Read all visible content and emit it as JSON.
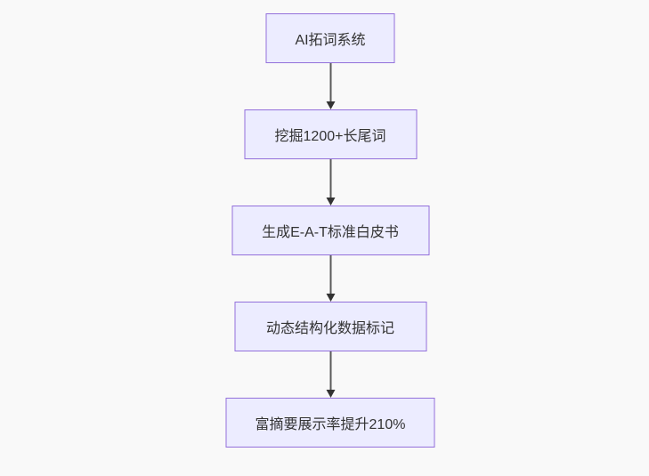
{
  "page": {
    "background_color": "#f9f9f9"
  },
  "chart_data": {
    "type": "flowchart",
    "direction": "top-down",
    "nodes": [
      {
        "id": "A",
        "label": "AI拓词系统"
      },
      {
        "id": "B",
        "label": "挖掘1200+长尾词"
      },
      {
        "id": "C",
        "label": "生成E-A-T标准白皮书"
      },
      {
        "id": "D",
        "label": "动态结构化数据标记"
      },
      {
        "id": "E",
        "label": "富摘要展示率提升210%"
      }
    ],
    "edges": [
      {
        "from": "A",
        "to": "B"
      },
      {
        "from": "B",
        "to": "C"
      },
      {
        "from": "C",
        "to": "D"
      },
      {
        "from": "D",
        "to": "E"
      }
    ],
    "style": {
      "node_fill": "#ECECFF",
      "node_border": "#9370DB",
      "node_text_color": "#333333",
      "edge_color": "#333333"
    }
  }
}
